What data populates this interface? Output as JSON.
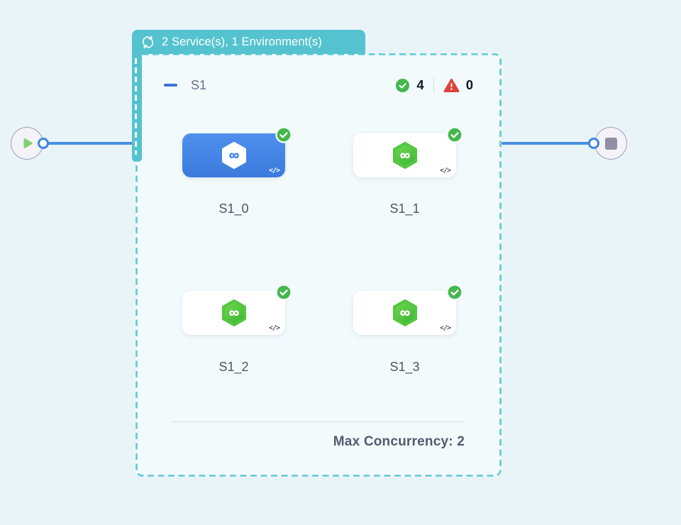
{
  "tab": {
    "label": "2 Service(s), 1 Environment(s)"
  },
  "group": {
    "name": "S1",
    "success_count": "4",
    "failure_count": "0",
    "footer_label": "Max Concurrency: 2"
  },
  "services": [
    {
      "label": "S1_0",
      "status": "success",
      "selected": true
    },
    {
      "label": "S1_1",
      "status": "success",
      "selected": false
    },
    {
      "label": "S1_2",
      "status": "success",
      "selected": false
    },
    {
      "label": "S1_3",
      "status": "success",
      "selected": false
    }
  ],
  "glyphs": {
    "code": "</>"
  },
  "colors": {
    "tab_teal": "#55C3CF",
    "dashed_border": "#5FC8D6",
    "connector_blue": "#4A90E2",
    "selected_card_blue": "#4285E8",
    "service_green": "#52C63E",
    "success_green": "#44B74D",
    "warning_red": "#D9453C"
  }
}
